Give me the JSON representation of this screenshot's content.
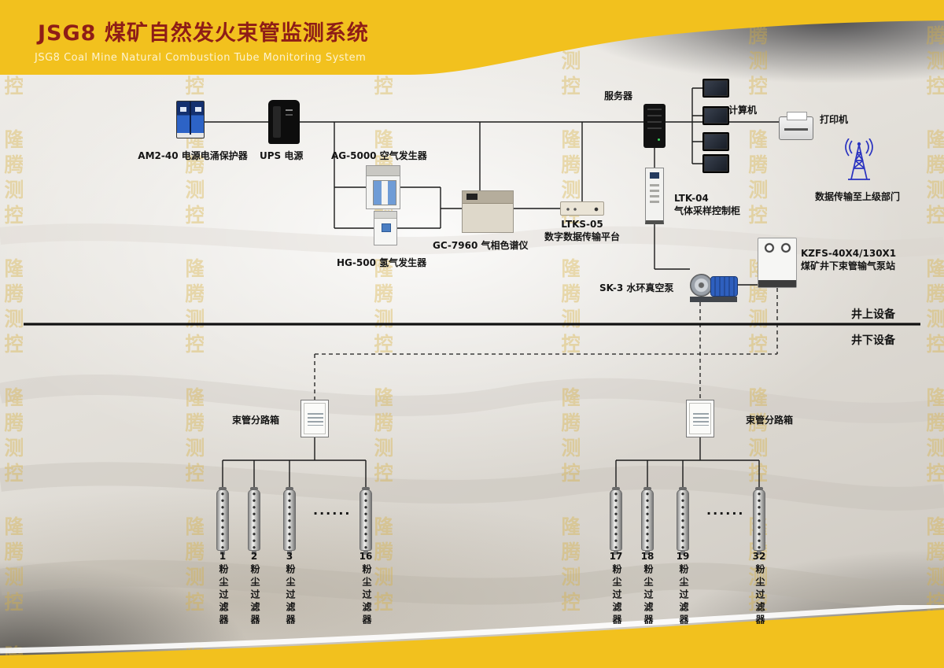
{
  "header": {
    "title": "JSG8 煤矿自然发火束管监测系统",
    "subtitle": "JSG8 Coal Mine Natural Combustion Tube Monitoring System"
  },
  "watermark": "隆腾测控",
  "zones": {
    "surface": "井上设备",
    "underground": "井下设备"
  },
  "labels": {
    "surge": "AM2-40 电源电涌保护器",
    "ups": "UPS 电源",
    "air_generator": "AG-5000 空气发生器",
    "hydrogen_generator": "HG-500 氢气发生器",
    "chromatograph": "GC-7960 气相色谱仪",
    "ltks_model": "LTKS-05",
    "ltks_name": "数字数据传输平台",
    "server": "服务器",
    "computer": "计算机",
    "printer": "打印机",
    "antenna": "数据传输至上级部门",
    "ltk_model": "LTK-04",
    "ltk_name": "气体采样控制柜",
    "kzfs_model": "KZFS-40X4/130X1",
    "kzfs_name": "煤矿井下束管输气泵站",
    "vacuum_pump": "SK-3 水环真空泵",
    "branch_box_left": "束管分路箱",
    "branch_box_right": "束管分路箱",
    "ellipsis": "······"
  },
  "filters": {
    "left": [
      {
        "num": "1",
        "name": "粉尘过滤器"
      },
      {
        "num": "2",
        "name": "粉尘过滤器"
      },
      {
        "num": "3",
        "name": "粉尘过滤器"
      },
      {
        "num": "16",
        "name": "粉尘过滤器"
      }
    ],
    "right": [
      {
        "num": "17",
        "name": "粉尘过滤器"
      },
      {
        "num": "18",
        "name": "粉尘过滤器"
      },
      {
        "num": "19",
        "name": "粉尘过滤器"
      },
      {
        "num": "32",
        "name": "粉尘过滤器"
      }
    ]
  }
}
